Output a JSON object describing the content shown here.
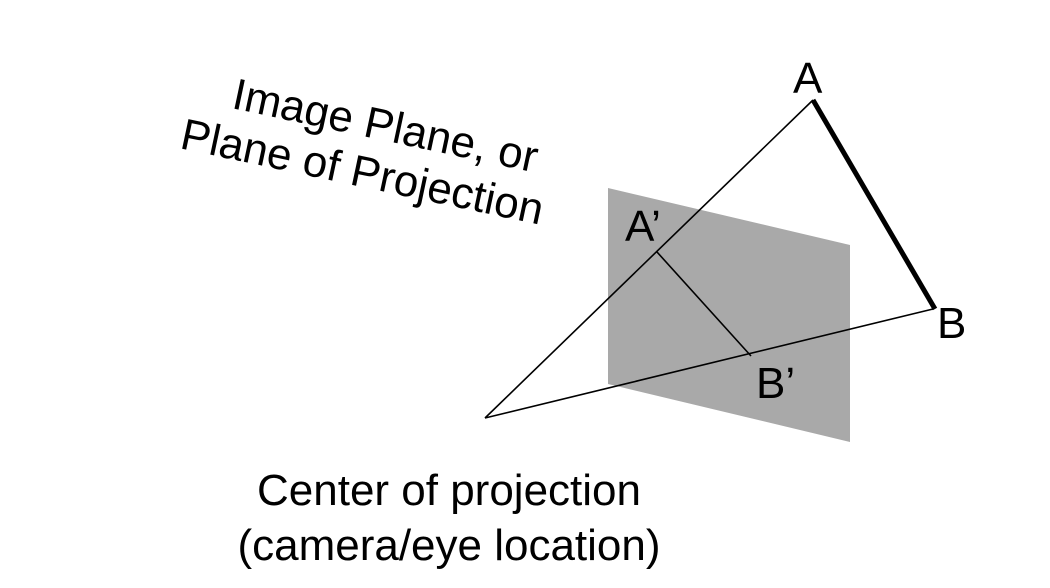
{
  "plane_label": {
    "line1": "Image Plane, or",
    "line2": "Plane of Projection"
  },
  "points": {
    "a": "A",
    "b": "B",
    "a_prime": "A’",
    "b_prime": "B’"
  },
  "center_label": {
    "line1": "Center of projection",
    "line2": "(camera/eye location)"
  },
  "colors": {
    "plane_fill": "#a9a9a9",
    "line": "#000000",
    "background": "#ffffff"
  }
}
